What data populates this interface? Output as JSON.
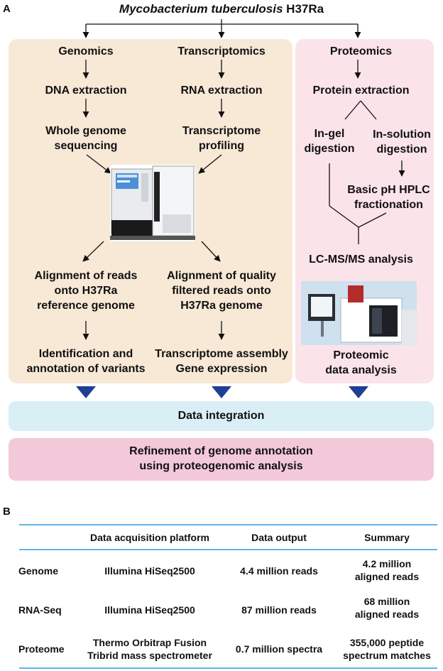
{
  "panel_a": {
    "letter": "A",
    "title_italic": "Mycobacterium tuberculosis",
    "title_strain": " H37Ra",
    "genomics": {
      "header": "Genomics",
      "step1": "DNA extraction",
      "step2_line1": "Whole genome",
      "step2_line2": "sequencing",
      "step3_line1": "Alignment of reads",
      "step3_line2": "onto H37Ra",
      "step3_line3": "reference genome",
      "step4_line1": "Identification and",
      "step4_line2": "annotation of variants"
    },
    "transcriptomics": {
      "header": "Transcriptomics",
      "step1": "RNA extraction",
      "step2_line1": "Transcriptome",
      "step2_line2": "profiling",
      "step3_line1": "Alignment of quality",
      "step3_line2": "filtered reads onto",
      "step3_line3": "H37Ra genome",
      "step4_line1": "Transcriptome assembly",
      "step4_line2": "Gene expression"
    },
    "proteomics": {
      "header": "Proteomics",
      "step1": "Protein extraction",
      "ingel_line1": "In-gel",
      "ingel_line2": "digestion",
      "insol_line1": "In-solution",
      "insol_line2": "digestion",
      "hplc_line1": "Basic pH HPLC",
      "hplc_line2": "fractionation",
      "lcms": "LC-MS/MS analysis",
      "analysis_line1": "Proteomic",
      "analysis_line2": "data analysis"
    },
    "integration": "Data integration",
    "refinement_line1": "Refinement of genome annotation",
    "refinement_line2": "using proteogenomic analysis",
    "colors": {
      "genomics_bg": "#f8e8d6",
      "proteomics_bg": "#fbe3ea",
      "integration_bg": "#d9eef5",
      "refinement_bg": "#f3c9da",
      "arrow_blue": "#1f3f95"
    }
  },
  "panel_b": {
    "letter": "B",
    "headers": {
      "platform": "Data acquisition platform",
      "output": "Data output",
      "summary": "Summary"
    },
    "rows": [
      {
        "name": "Genome",
        "platform_line1": "Illumina HiSeq2500",
        "platform_line2": "",
        "output": "4.4 million reads",
        "summary_line1": "4.2 million",
        "summary_line2": "aligned reads"
      },
      {
        "name": "RNA-Seq",
        "platform_line1": "Illumina HiSeq2500",
        "platform_line2": "",
        "output": "87 million reads",
        "summary_line1": "68 million",
        "summary_line2": "aligned reads"
      },
      {
        "name": "Proteome",
        "platform_line1": "Thermo Orbitrap Fusion",
        "platform_line2": "Tribrid mass spectrometer",
        "output": "0.7 million spectra",
        "summary_line1": "355,000 peptide",
        "summary_line2": "spectrum matches"
      }
    ],
    "rule_color": "#5fb6e6"
  }
}
